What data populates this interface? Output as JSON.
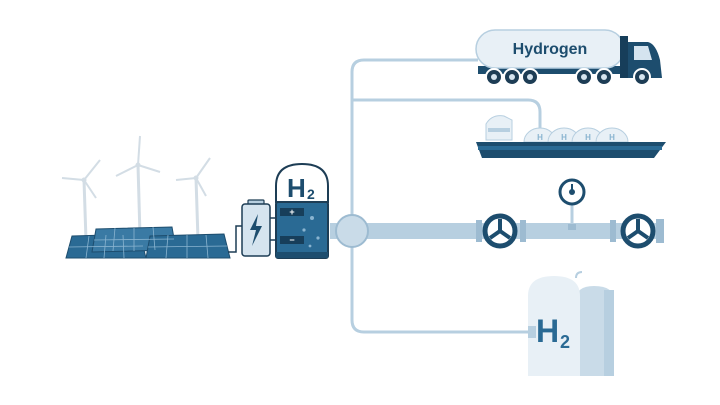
{
  "truck": {
    "tank_label": "Hydrogen"
  },
  "electrolyzer": {
    "formula": "H",
    "subscript": "2",
    "plus_sign": "+",
    "minus_sign": "−"
  },
  "ship": {
    "tank_letter": "H"
  },
  "storage": {
    "formula": "H",
    "subscript": "2"
  },
  "colors": {
    "navy": "#1d4d6e",
    "dark_navy": "#173e5a",
    "mid_blue": "#2a6a94",
    "pipe": "#b7cfe0",
    "light_blue": "#d5e4ef",
    "pale_blue": "#e8f0f6",
    "outline": "#1d3d55"
  }
}
